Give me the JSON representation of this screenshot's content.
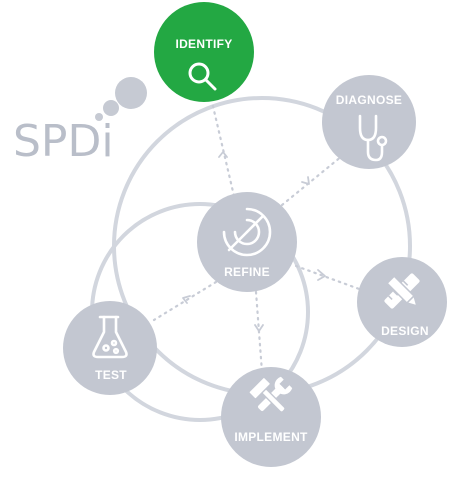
{
  "logo": {
    "text": "SPDi"
  },
  "colors": {
    "node_fill": "#c3c7d1",
    "node_active": "#23a843",
    "ring": "#d2d6de",
    "dots": "#c8ccd6",
    "logo": "#b9bec9",
    "icon": "#ffffff"
  },
  "nodes": {
    "identify": {
      "label": "IDENTIFY",
      "icon": "magnifier-icon",
      "active": true
    },
    "diagnose": {
      "label": "DIAGNOSE",
      "icon": "stethoscope-icon"
    },
    "refine": {
      "label": "REFINE",
      "icon": "radar-icon"
    },
    "design": {
      "label": "DESIGN",
      "icon": "ruler-pencil-icon"
    },
    "implement": {
      "label": "IMPLEMENT",
      "icon": "hammer-wrench-icon"
    },
    "test": {
      "label": "TEST",
      "icon": "flask-icon"
    }
  }
}
